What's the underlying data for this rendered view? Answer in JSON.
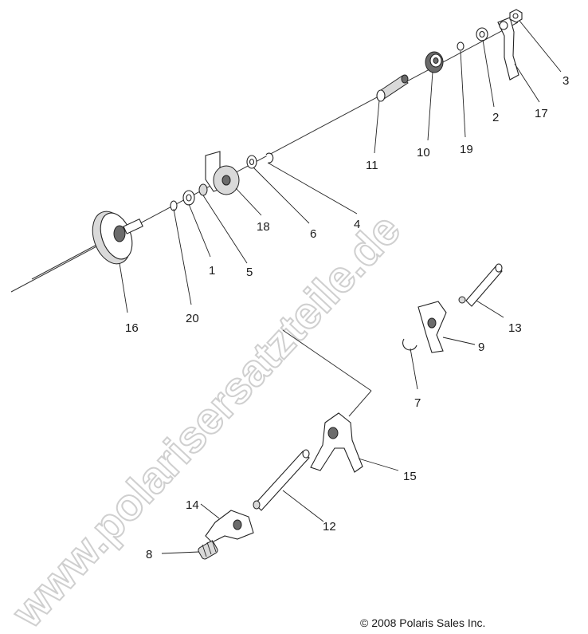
{
  "diagram": {
    "watermark": "www.polarisersatzteile.de",
    "copyright": "© 2008 Polaris Sales Inc.",
    "callouts": [
      {
        "id": "c1",
        "text": "1"
      },
      {
        "id": "c2",
        "text": "2"
      },
      {
        "id": "c3",
        "text": "3"
      },
      {
        "id": "c4",
        "text": "4"
      },
      {
        "id": "c5",
        "text": "5"
      },
      {
        "id": "c6",
        "text": "6"
      },
      {
        "id": "c7",
        "text": "7"
      },
      {
        "id": "c8",
        "text": "8"
      },
      {
        "id": "c9",
        "text": "9"
      },
      {
        "id": "c10",
        "text": "10"
      },
      {
        "id": "c11",
        "text": "11"
      },
      {
        "id": "c12",
        "text": "12"
      },
      {
        "id": "c13",
        "text": "13"
      },
      {
        "id": "c14",
        "text": "14"
      },
      {
        "id": "c15",
        "text": "15"
      },
      {
        "id": "c16",
        "text": "16"
      },
      {
        "id": "c17",
        "text": "17"
      },
      {
        "id": "c18",
        "text": "18"
      },
      {
        "id": "c19",
        "text": "19"
      },
      {
        "id": "c20",
        "text": "20"
      }
    ]
  }
}
